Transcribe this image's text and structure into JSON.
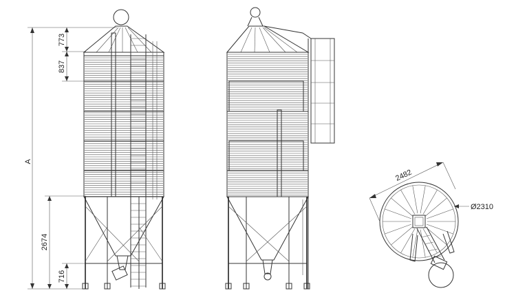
{
  "dimensions": {
    "overall_height": "A",
    "roof_height": "773",
    "top_ring_height": "837",
    "hopper_height": "2674",
    "leg_clearance": "716",
    "bin_width": "2482",
    "bin_diameter": "Ø2310"
  },
  "colors": {
    "line": "#333333",
    "background": "#ffffff"
  }
}
